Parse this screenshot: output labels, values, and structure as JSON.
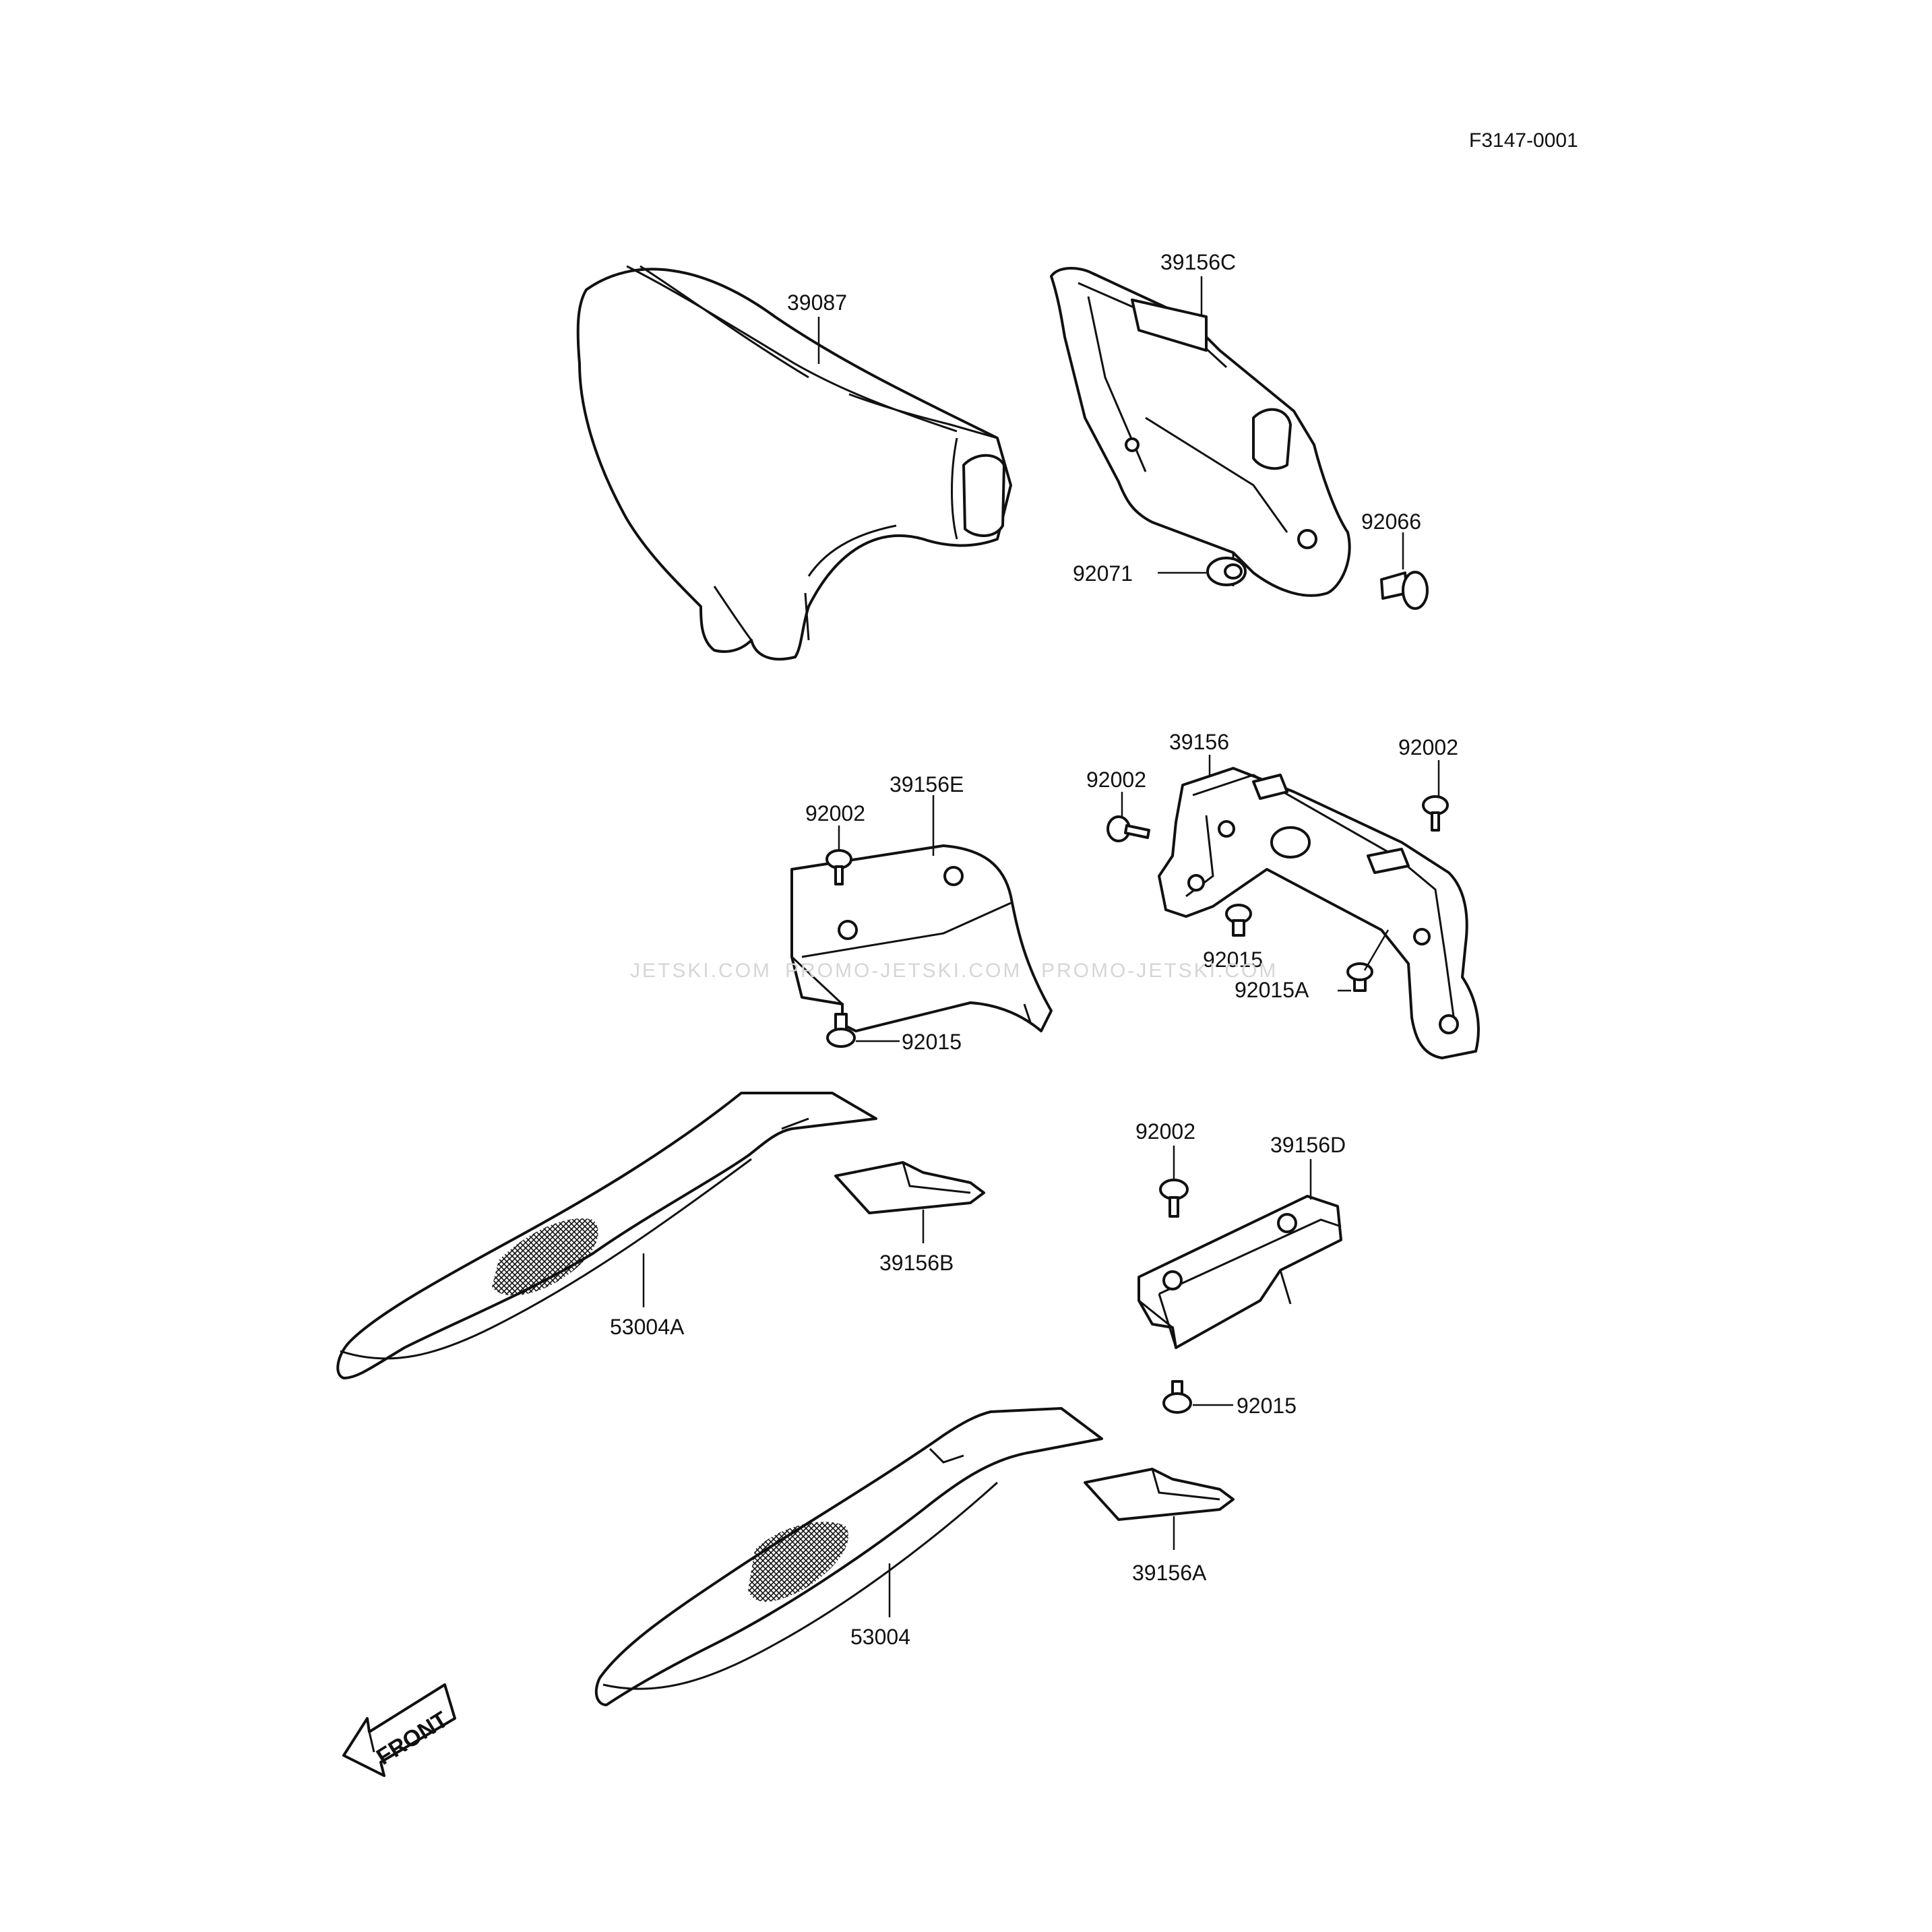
{
  "reference_code": "F3147-0001",
  "watermark": {
    "left": "JETSKI.COM",
    "middle": "PROMO-JETSKI.COM",
    "right": "PROMO-JETSKI.COM"
  },
  "front_arrow_label": "FRONT",
  "part_labels": {
    "p39087": "39087",
    "p39156C": "39156C",
    "p92066": "92066",
    "p92071": "92071",
    "p39156": "39156",
    "p92002_right_top": "92002",
    "p92002_left_of_39156": "92002",
    "p92015_39156": "92015",
    "p92015A": "92015A",
    "p39156E": "39156E",
    "p92002_39156E": "92002",
    "p92015_39156E": "92015",
    "p39156B": "39156B",
    "p53004A": "53004A",
    "p39156D": "39156D",
    "p92002_39156D": "92002",
    "p92015_39156D": "92015",
    "p53004": "53004",
    "p39156A": "39156A"
  },
  "colors": {
    "line": "#111111",
    "watermark": "#d6d6d6",
    "background": "#ffffff"
  }
}
